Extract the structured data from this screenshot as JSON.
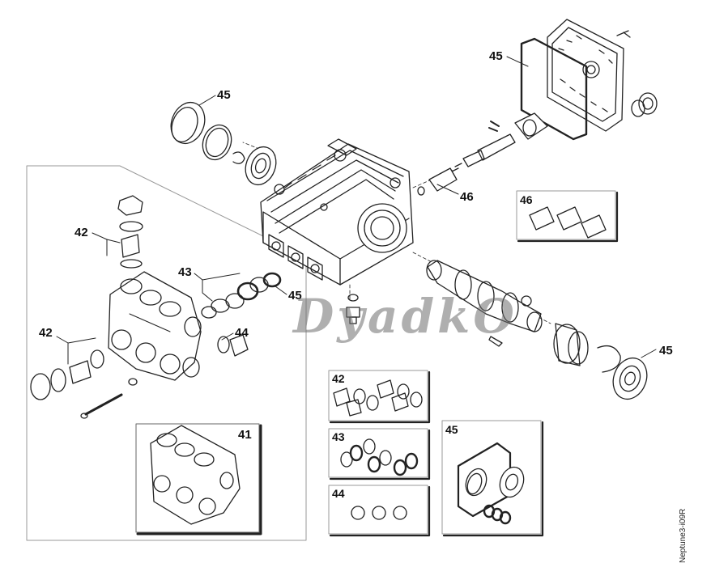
{
  "callouts": {
    "c45_gasket": "45",
    "c45_cap": "45",
    "c46": "46",
    "c42_top": "42",
    "c43": "43",
    "c45_mid": "45",
    "c44": "44",
    "c42_left": "42",
    "c41": "41",
    "c45_right": "45"
  },
  "kit_boxes": {
    "k46": "46",
    "k42": "42",
    "k43": "43",
    "k44": "44",
    "k45": "45"
  },
  "watermark": "DyadkO",
  "drawing_code": "Neptune3-i09R"
}
